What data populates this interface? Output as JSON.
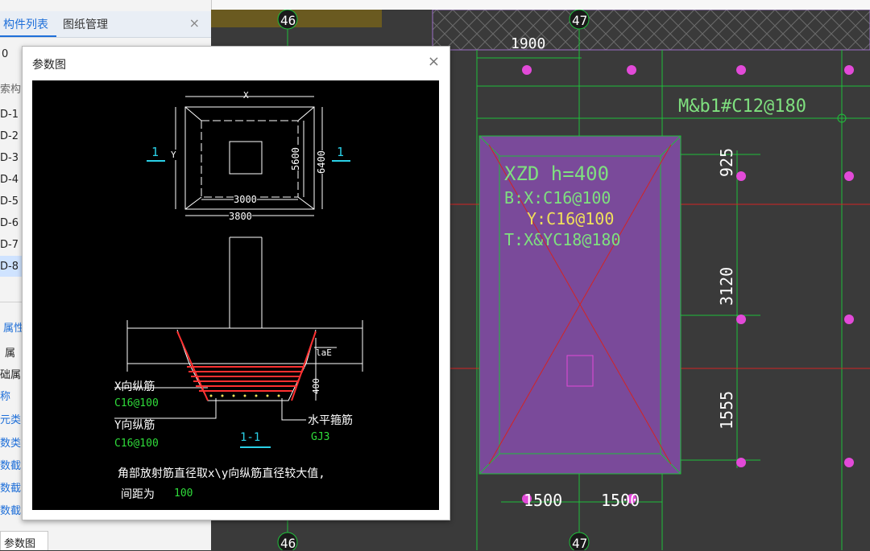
{
  "left_panel": {
    "tabs": [
      {
        "label": "构件列表",
        "active": true
      },
      {
        "label": "图纸管理",
        "active": false
      }
    ],
    "close_glyph": "×",
    "toolbar_value": "0",
    "search_label": "索构",
    "component_items": [
      "D-1",
      "D-2",
      "D-3",
      "D-4",
      "D-5",
      "D-6",
      "D-7",
      "D-8"
    ],
    "selected_item": "D-8",
    "property_rows": [
      "属性",
      "属",
      "础属",
      "称",
      "元类",
      "数类",
      "数截",
      "数截",
      "数截"
    ],
    "bottom_tab": "参数图"
  },
  "dialog": {
    "title": "参数图",
    "close_glyph": "×",
    "labels": {
      "section_left": "1",
      "section_right": "1",
      "dim_x": "X",
      "dim_y": "Y",
      "dim_5600": "5600",
      "dim_6400": "6400",
      "dim_3000": "3000",
      "dim_3800": "3800",
      "dim_lae": "laE",
      "dim_400": "400",
      "x_bar_label": "X向纵筋",
      "x_bar_value": "C16@100",
      "y_bar_label": "Y向纵筋",
      "y_bar_value": "C16@100",
      "section_name": "1-1",
      "stirrup_label": "水平箍筋",
      "stirrup_value": "GJ3",
      "note_line1": "角部放射筋直径取x\\y向纵筋直径较大值,",
      "note_line2_prefix": "间距为",
      "note_line2_value": "100"
    }
  },
  "cad": {
    "grid_top_left": "46",
    "grid_top_right": "47",
    "grid_bottom_left": "46",
    "grid_bottom_right": "47",
    "dim_1900": "1900",
    "beam_label": "M&b1#C12@180",
    "dim_925": "925",
    "dim_3120": "3120",
    "dim_1555": "1555",
    "dim_1500_left": "1500",
    "dim_1500_right": "1500",
    "footing_text": {
      "line1": "XZD h=400",
      "line2": "B:X:C16@100",
      "line3": "Y:C16@100",
      "line4": "T:X&YC18@180"
    },
    "colors": {
      "background": "#3a3a3a",
      "grid_green": "#1fbf3a",
      "axis_red": "#d22424",
      "footing_fill": "#7a4a9a",
      "magenta": "#e24ad8",
      "label_green": "#7fe07f",
      "label_yellow": "#f0e05a"
    }
  }
}
